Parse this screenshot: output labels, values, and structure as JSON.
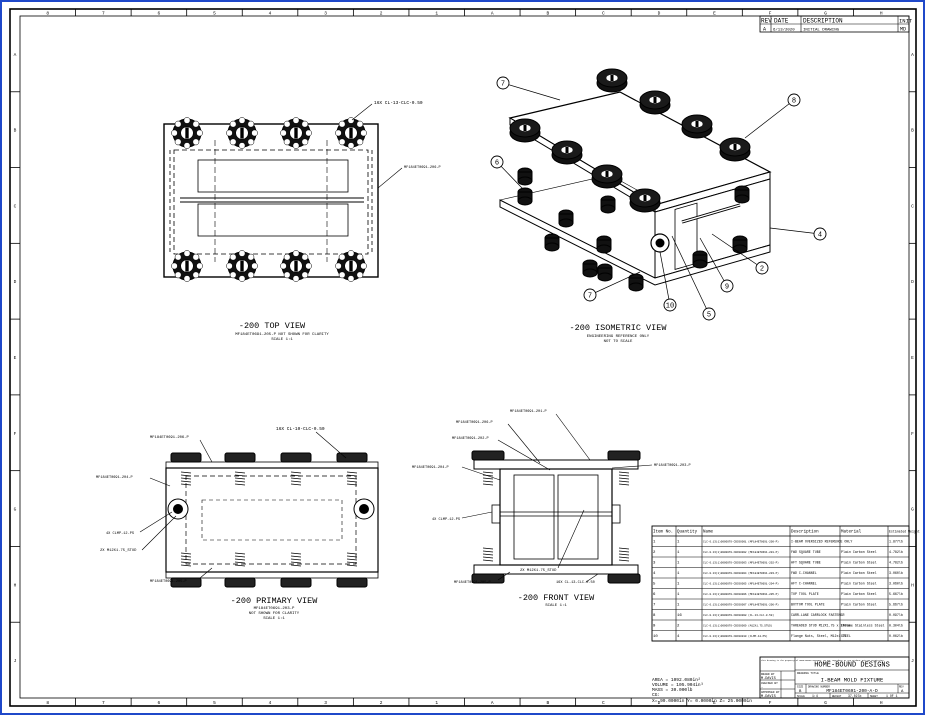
{
  "border": {
    "top_cols": [
      "8",
      "7",
      "6",
      "5",
      "4",
      "3",
      "2",
      "1",
      "A",
      "B",
      "C",
      "D",
      "E",
      "F",
      "G",
      "H"
    ],
    "side_rows": [
      "A",
      "B",
      "C",
      "D",
      "E",
      "F",
      "G",
      "H",
      "J"
    ]
  },
  "revision_block": {
    "headers": [
      "REV",
      "DATE",
      "DESCRIPTION",
      "INIT"
    ],
    "rows": [
      [
        "A",
        "6/13/2020",
        "INITIAL DRAWING",
        "MD"
      ]
    ]
  },
  "views": {
    "top": {
      "title": "-200 TOP VIEW",
      "note1": "MF184ET0691-205-P NOT SHOWN FOR CLARITY",
      "note2": "SCALE 1:1",
      "callout_bolts": "16X CL-13-CLC-0.50",
      "callout_side": "MF184ET0691-206-P"
    },
    "iso": {
      "title": "-200 ISOMETRIC VIEW",
      "note1": "ENGINEERING REFERENCE ONLY",
      "note2": "NOT TO SCALE",
      "balloons": [
        "7",
        "8",
        "6",
        "4",
        "2",
        "9",
        "5",
        "7",
        "10"
      ]
    },
    "primary": {
      "title": "-200 PRIMARY VIEW",
      "note1": "MF184ET0691-203-P",
      "note2": "NOT SHOWN FOR CLARITY",
      "note3": "SCALE 1:1",
      "callout_top_left": "MF184ET0691-206-P",
      "callout_top_right": "16X CL-10-CLC-0.50",
      "callout_left": "MF184ET0691-204-P",
      "callout_clamp": "4X CLMP-12-PS",
      "callout_bolt": "2X M12X1.75_STUD",
      "callout_bottom": "MF184ET0691-205-P"
    },
    "front": {
      "title": "-200 FRONT VIEW",
      "note1": "SCALE 1:1",
      "callout_a": "MF184ET0691-201-P",
      "callout_b": "MF184ET0691-206-P",
      "callout_c": "MF184ET0691-202-P",
      "callout_d": "MF184ET0691-204-P",
      "callout_e": "MF184ET0691-203-P",
      "callout_clamp": "4X CLMP-12-PS",
      "callout_stud": "2X M12X1.75_STUD",
      "callout_bottom_left": "MF184ET0691-205-P",
      "callout_bottom_right": "16X CL-13-CLC-0.50"
    }
  },
  "bom": {
    "headers": [
      "Item No.",
      "Quantity",
      "Name",
      "Description",
      "Material",
      "Estimated Weight"
    ],
    "rows": [
      [
        "1",
        "1",
        "CLC-0.13(1)0000070-CBC00001 (MF184ET0691-200-P)",
        "I-BEAM OVERSIZED REFERENCE ONLY",
        "",
        "1.877lb"
      ],
      [
        "2",
        "1",
        "CLC-0.13(1)0000070-CBC00002 (MF184ET0691-201-P)",
        "FWD SQUARE TUBE",
        "Plain Carbon Steel",
        "4.782lb"
      ],
      [
        "3",
        "1",
        "CLC-0.13(1)0000070-CBC00003 (MF184ET0691-202-P)",
        "AFT SQUARE TUBE",
        "Plain Carbon Steel",
        "4.782lb"
      ],
      [
        "4",
        "1",
        "CLC-0.13(1)0000070-CBC00004 (MF184ET0691-203-P)",
        "FWD C-CHANNEL",
        "Plain Carbon Steel",
        "3.060lb"
      ],
      [
        "5",
        "1",
        "CLC-0.13(1)0000070-CBC00005 (MF184ET0691-204-P)",
        "AFT C-CHANNEL",
        "Plain Carbon Steel",
        "3.060lb"
      ],
      [
        "6",
        "1",
        "CLC-0.13(1)0000070-CBC00006 (MF184ET0691-205-P)",
        "TOP TOOL PLATE",
        "Plain Carbon Steel",
        "5.667lb"
      ],
      [
        "7",
        "1",
        "CLC-0.13(1)0000070-CBC00007 (MF184ET0691-206-P)",
        "BOTTOM TOOL PLATE",
        "Plain Carbon Steel",
        "5.667lb"
      ],
      [
        "8",
        "16",
        "CLC-0.13(1)0000070-CBC00008 (CL-13-CLC-0.50)",
        "CARR-LANE CARRLOCK FASTENER",
        "-",
        "0.097lb"
      ],
      [
        "9",
        "2",
        "CLC-0.13(1)0000070-CBC00009 (M12X1.75_STUD)",
        "THREADED STUD M12X1.75 x 140mm",
        "Chrome Stainless Steel",
        "0.304lb"
      ],
      [
        "10",
        "4",
        "CLC-0.13(1)0000070-CBC00010 (CLMP-12-PS)",
        "Flange Nuts, Steel, M12x1.75",
        "STEEL",
        "0.062lb"
      ]
    ]
  },
  "mass_props": {
    "line1": "AREA = 1092.080in²",
    "line2": "VOLUME = 105.904in³",
    "line3": "MASS = 30.000lb",
    "line4": "CG:",
    "line5": "X= 99.0000in  Y= 0.0000in  Z= 25.0000in"
  },
  "title_block": {
    "company": "HOME-BOUND DESIGNS",
    "disclaimer": "This drawing is the property of HOME-BOUND DESIGNS. Do not reproduce or use without written permission.",
    "drawn_label": "DRAWN BY",
    "drawn_value": "M.DAVIS",
    "checked_label": "CHECKED BY",
    "checked_value": "-",
    "approved_label": "APPROVED BY",
    "approved_value": "M.DAVIS",
    "title_label": "DRAWING TITLE",
    "title_value": "I-BEAM MOLD FIXTURE",
    "size_label": "SIZE",
    "size_value": "B",
    "number_label": "DRAWING NUMBER",
    "number_value": "MF184ET0691-200-A-D",
    "rev_label": "REV",
    "rev_value": "A",
    "scale_label": "SCALE",
    "scale_value": "1:4",
    "weight_label": "WEIGHT",
    "weight_value": "37.02lb",
    "sheet_label": "SHEET",
    "sheet_value": "1 OF 1"
  },
  "colors": {
    "frame": "#1f48c9",
    "ink": "#000000"
  }
}
